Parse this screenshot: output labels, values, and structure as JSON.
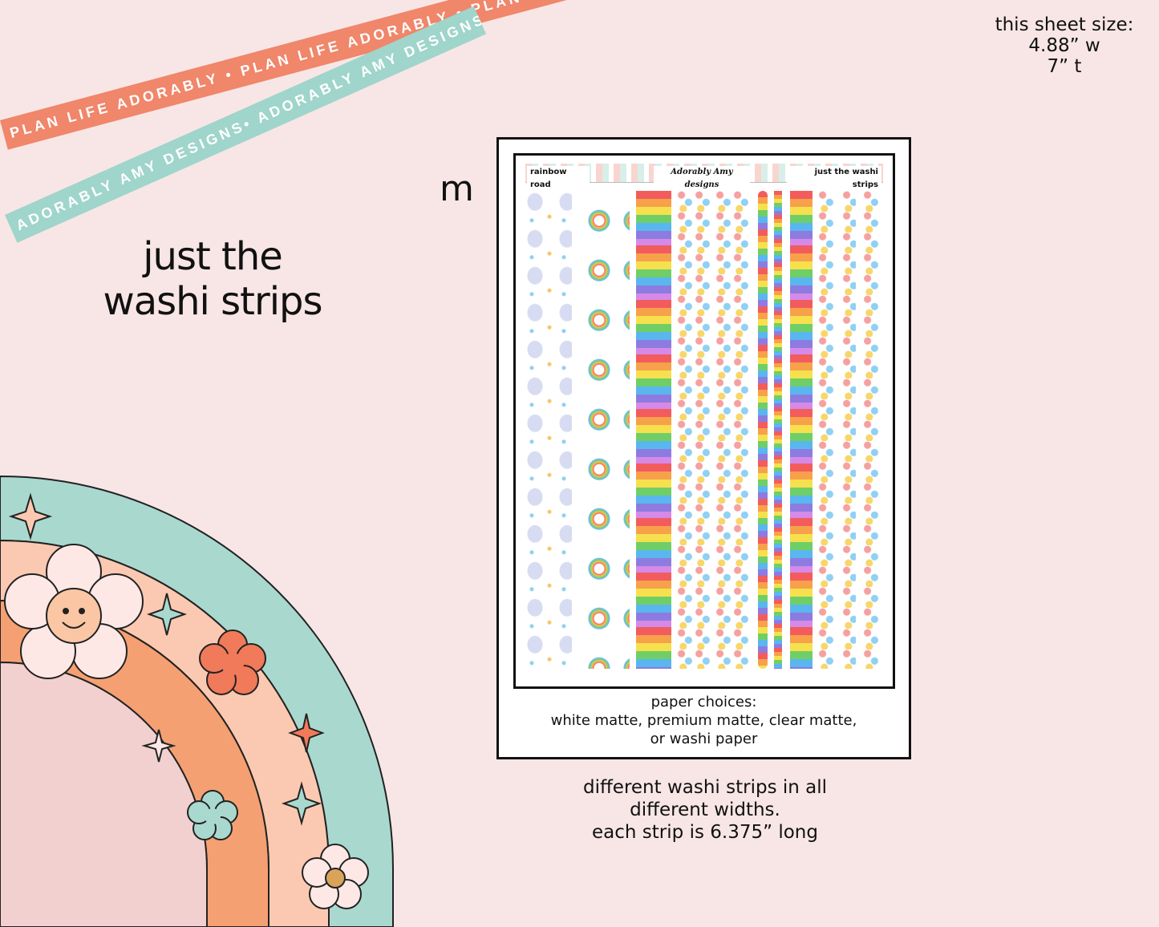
{
  "ribbons": {
    "coral_text": "PLAN LIFE ADORABLY • PLAN LIFE ADORABLY • PLAN LIFE ADORABLY",
    "teal_text": "ADORABLY AMY DESIGNS• ADORABLY AMY DESIGNS• ADORABLY AMY DESIGNS"
  },
  "sheet_size": {
    "label": "this sheet size:",
    "width": "4.88” w",
    "height": "7” t"
  },
  "title": {
    "line1": "just the",
    "line2": "washi strips"
  },
  "size_code": "m",
  "sheet": {
    "header_left": "rainbow road",
    "header_center": "Adorably Amy designs",
    "header_right": "just the washi strips",
    "paper_choices": {
      "line1": "paper choices:",
      "line2": "white matte, premium matte, clear matte,",
      "line3": "or washi paper"
    }
  },
  "description": {
    "line1": "different washi strips in all",
    "line2": "different widths.",
    "line3": "each strip is 6.375” long"
  },
  "colors": {
    "background": "#f8e6e6",
    "coral": "#f0866a",
    "teal": "#9fd5cb",
    "peach": "#fbc9b1",
    "orange": "#f5a072",
    "pink": "#f2d0d0"
  }
}
